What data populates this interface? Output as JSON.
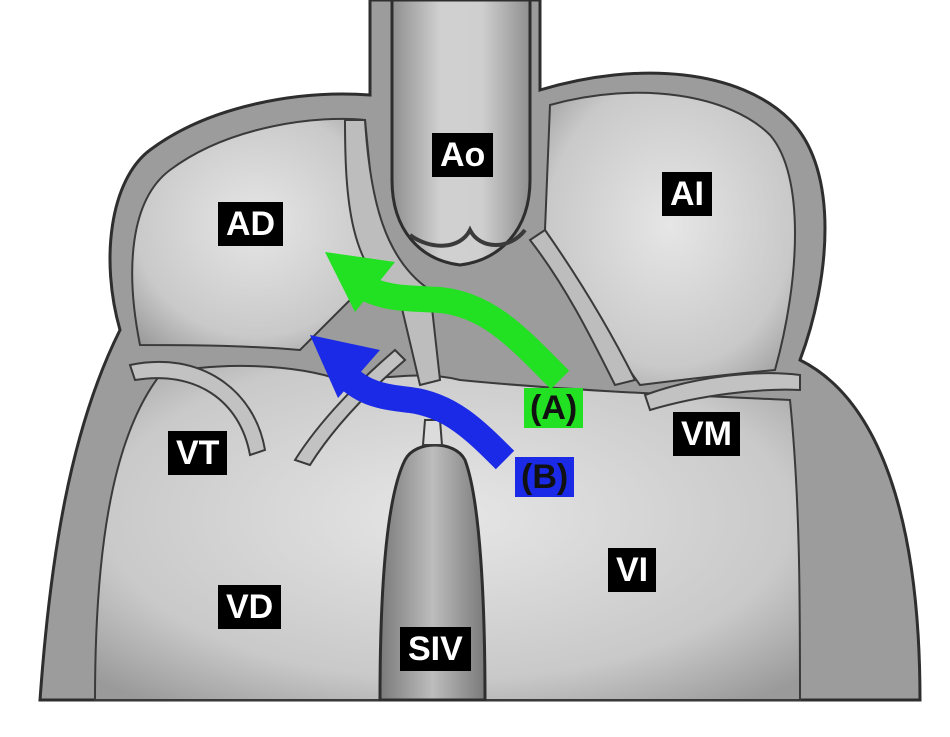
{
  "labels": {
    "ao": "Ao",
    "ai": "AI",
    "ad": "AD",
    "vt": "VT",
    "vm": "VM",
    "vd": "VD",
    "vi": "VI",
    "siv": "SIV"
  },
  "paths": {
    "a": {
      "label": "(A)",
      "color": "#22e022"
    },
    "b": {
      "label": "(B)",
      "color": "#1a2ae6"
    }
  },
  "colors": {
    "tissue_light": "#c8c8c8",
    "tissue_dark": "#8a8a8a",
    "chamber": "#d9d9d9",
    "outline": "#3a3a3a",
    "label_bg": "#000000",
    "label_fg": "#ffffff"
  }
}
